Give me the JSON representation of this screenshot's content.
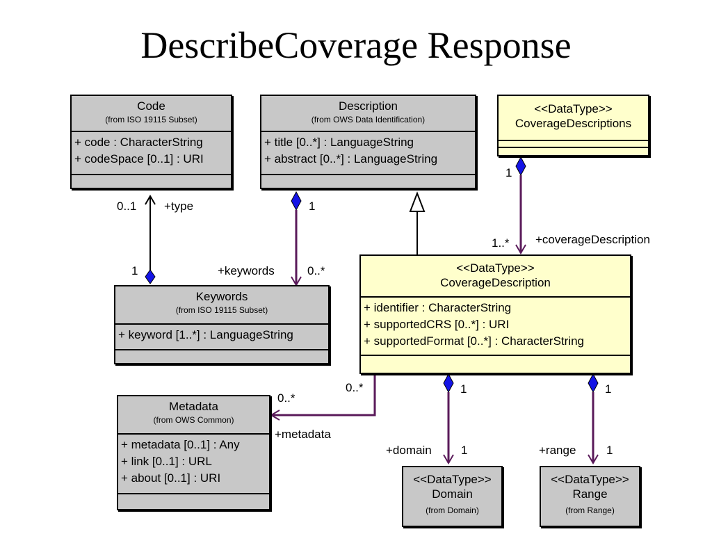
{
  "title": "DescribeCoverage Response",
  "classes": {
    "code": {
      "name": "Code",
      "from": "(from ISO 19115 Subset)",
      "attributes": [
        "+ code : CharacterString",
        "+ codeSpace [0..1] : URI"
      ]
    },
    "description": {
      "name": "Description",
      "from": "(from OWS Data Identification)",
      "attributes": [
        "+ title [0..*] : LanguageString",
        "+ abstract [0..*] : LanguageString"
      ]
    },
    "coverage_descriptions": {
      "stereotype": "<<DataType>>",
      "name": "CoverageDescriptions"
    },
    "keywords": {
      "name": "Keywords",
      "from": "(from ISO 19115 Subset)",
      "attributes": [
        "+ keyword [1..*] : LanguageString"
      ]
    },
    "coverage_description": {
      "stereotype": "<<DataType>>",
      "name": "CoverageDescription",
      "attributes": [
        "+ identifier : CharacterString",
        "+ supportedCRS [0..*] : URI",
        "+ supportedFormat [0..*] : CharacterString"
      ]
    },
    "metadata": {
      "name": "Metadata",
      "from": "(from OWS Common)",
      "attributes": [
        "+ metadata [0..1] : Any",
        "+ link [0..1] : URL",
        "+ about [0..1] : URI"
      ]
    },
    "domain": {
      "stereotype": "<<DataType>>",
      "name": "Domain",
      "from": "(from Domain)"
    },
    "range": {
      "stereotype": "<<DataType>>",
      "name": "Range",
      "from": "(from Range)"
    }
  },
  "labels": {
    "code_mult": "0..1",
    "type_role": "+type",
    "keywords_code_mult": "1",
    "description_mult": "1",
    "keywords_role": "+keywords",
    "keywords_mult": "0..*",
    "cds_mult": "1",
    "cd_mult": "1..*",
    "cd_role": "+coverageDescription",
    "cd_metadata_mult": "0..*",
    "metadata_mult": "0..*",
    "metadata_role": "+metadata",
    "cd_domain_mult": "1",
    "domain_role": "+domain",
    "domain_mult": "1",
    "cd_range_mult": "1",
    "range_role": "+range",
    "range_mult": "1"
  },
  "colors": {
    "association": "#5a1a5a",
    "diamond": "#1414e6",
    "yellow_class": "#ffffcc",
    "grey_class": "#c8c8c8"
  }
}
